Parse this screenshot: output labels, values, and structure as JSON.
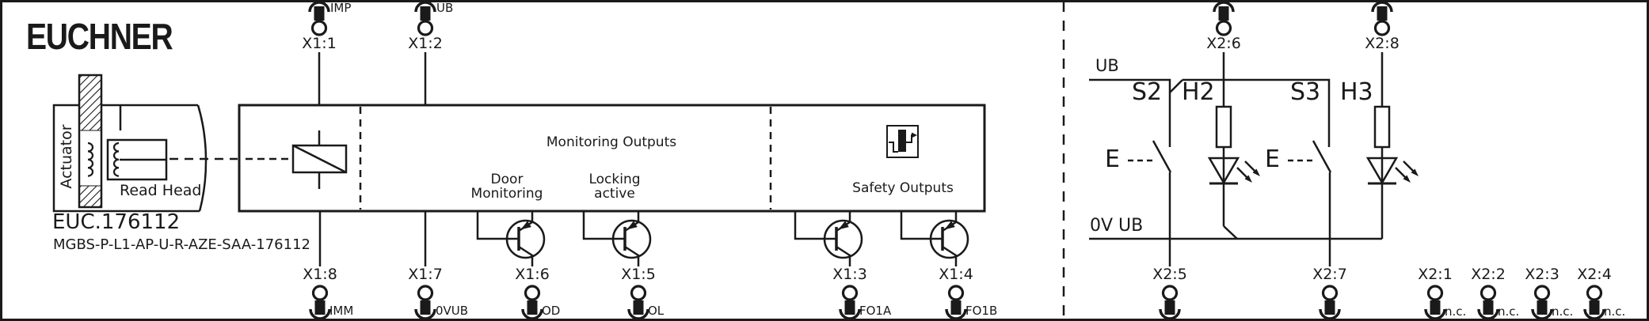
{
  "brand": {
    "logo_text": "EUCHNER"
  },
  "device": {
    "order_number": "EUC.176112",
    "type_code": "MGBS-P-L1-AP-U-R-AZE-SAA-176112"
  },
  "sensor": {
    "actuator_label": "Actuator",
    "read_head_label": "Read Head"
  },
  "block": {
    "monitoring_outputs_label": "Monitoring Outputs",
    "door_monitoring_line1": "Door",
    "door_monitoring_line2": "Monitoring",
    "locking_active_line1": "Locking",
    "locking_active_line2": "active",
    "safety_outputs_label": "Safety Outputs"
  },
  "external_circuit": {
    "ub_rail_label": "UB",
    "zero_volt_rail_label": "0V UB",
    "switch_s2_label": "S2",
    "lamp_h2_label": "H2",
    "switch_s3_label": "S3",
    "lamp_h3_label": "H3",
    "e_input_s2_label": "E",
    "e_input_s3_label": "E"
  },
  "terminals": {
    "x1_1": {
      "id": "X1:1",
      "signal": "IMP"
    },
    "x1_2": {
      "id": "X1:2",
      "signal": "UB"
    },
    "x1_8": {
      "id": "X1:8",
      "signal": "IMM"
    },
    "x1_7": {
      "id": "X1:7",
      "signal": "0VUB"
    },
    "x1_6": {
      "id": "X1:6",
      "signal": "OD"
    },
    "x1_5": {
      "id": "X1:5",
      "signal": "OL"
    },
    "x1_3": {
      "id": "X1:3",
      "signal": "FO1A"
    },
    "x1_4": {
      "id": "X1:4",
      "signal": "FO1B"
    },
    "x2_6": {
      "id": "X2:6"
    },
    "x2_8": {
      "id": "X2:8"
    },
    "x2_5": {
      "id": "X2:5"
    },
    "x2_7": {
      "id": "X2:7"
    },
    "x2_1": {
      "id": "X2:1",
      "signal": "n.c."
    },
    "x2_2": {
      "id": "X2:2",
      "signal": "n.c."
    },
    "x2_3": {
      "id": "X2:3",
      "signal": "n.c."
    },
    "x2_4": {
      "id": "X2:4",
      "signal": "n.c."
    }
  },
  "colors": {
    "line": "#1a1a1a",
    "background": "#ffffff"
  }
}
